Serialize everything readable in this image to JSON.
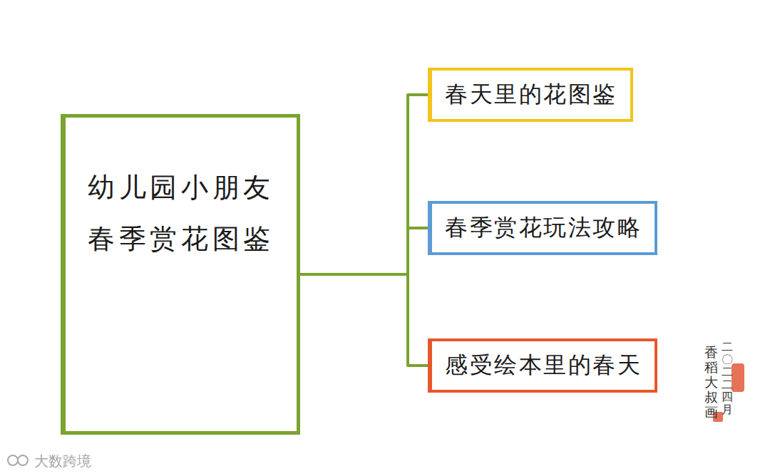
{
  "diagram": {
    "nodes": [
      {
        "text": [
          "幼儿园小朋友 春季赏花图鉴"
        ]
      },
      {
        "text": [
          "春天里的花图鉴"
        ]
      },
      {
        "text": [
          "春季赏花玩法攻略"
        ]
      },
      {
        "text": [
          "感受绘本里的春天"
        ]
      }
    ],
    "edges": [
      {
        "from": 0,
        "to": 1,
        "arrow": "none"
      },
      {
        "from": 0,
        "to": 2,
        "arrow": "none"
      },
      {
        "from": 0,
        "to": 3,
        "arrow": "none"
      }
    ],
    "labels": [
      "二〇二二四月",
      "香稻大叔画",
      "大数跨境"
    ]
  }
}
